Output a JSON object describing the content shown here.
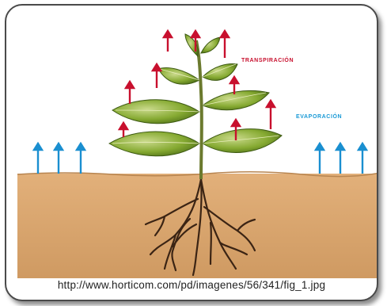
{
  "labels": {
    "transpiration": "TRANSPIRACIÓN",
    "evaporation": "EVAPORACIÓN"
  },
  "caption": "http://www.horticom.com/pd/imagenes/56/341/fig_1.jpg",
  "colors": {
    "sky": "#ffffff",
    "soil": "#d9a36a",
    "leaf": "#7fa52a",
    "stem": "#6b7a2e",
    "root": "#3b2414",
    "transpiration_arrow": "#c8102e",
    "evaporation_arrow": "#1a8fd0",
    "frame": "#4a4a4a"
  }
}
